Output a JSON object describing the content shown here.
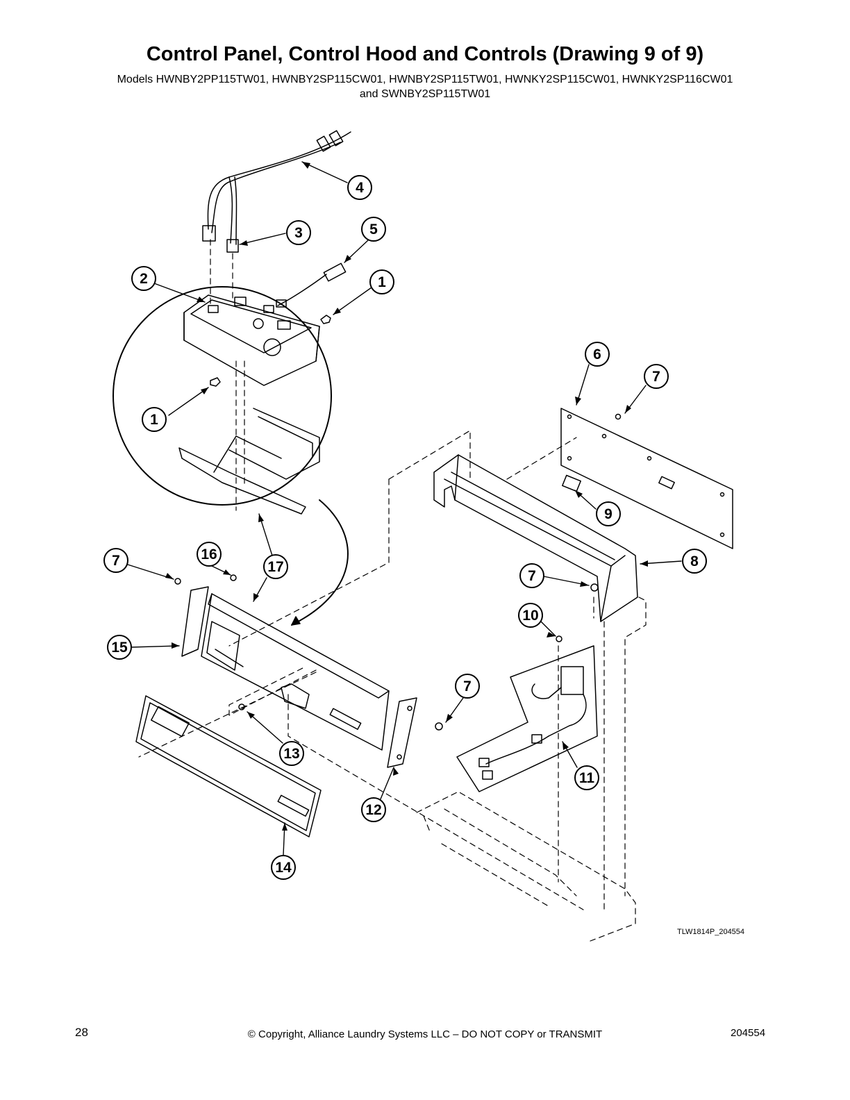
{
  "header": {
    "title": "Control Panel, Control Hood and Controls (Drawing 9 of 9)",
    "models_line1": "Models HWNBY2PP115TW01, HWNBY2SP115CW01, HWNBY2SP115TW01, HWNKY2SP115CW01, HWNKY2SP116CW01",
    "models_line2": "and SWNBY2SP115TW01"
  },
  "callouts": [
    {
      "label": "1"
    },
    {
      "label": "1"
    },
    {
      "label": "2"
    },
    {
      "label": "3"
    },
    {
      "label": "4"
    },
    {
      "label": "5"
    },
    {
      "label": "6"
    },
    {
      "label": "7"
    },
    {
      "label": "7"
    },
    {
      "label": "7"
    },
    {
      "label": "7"
    },
    {
      "label": "8"
    },
    {
      "label": "9"
    },
    {
      "label": "10"
    },
    {
      "label": "11"
    },
    {
      "label": "12"
    },
    {
      "label": "13"
    },
    {
      "label": "14"
    },
    {
      "label": "15"
    },
    {
      "label": "16"
    },
    {
      "label": "17"
    }
  ],
  "drawing_code": "TLW1814P_204554",
  "footer": {
    "page_number": "28",
    "copyright": "© Copyright, Alliance Laundry Systems LLC – DO NOT COPY or TRANSMIT",
    "document_number": "204554"
  }
}
